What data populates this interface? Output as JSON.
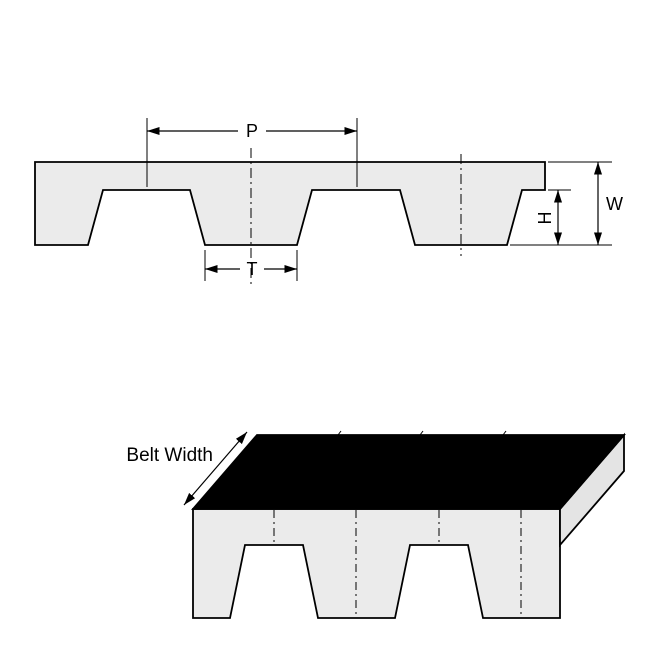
{
  "labels": {
    "pitch": "P",
    "tooth_width": "T",
    "tooth_height": "H",
    "belt_thickness": "W",
    "belt_width": "Belt Width"
  },
  "colors": {
    "belt_fill": "#ebebeb",
    "belt_end_fill": "#e4e4e4",
    "top_surface": "#000000",
    "line": "#000000",
    "background": "#ffffff"
  }
}
